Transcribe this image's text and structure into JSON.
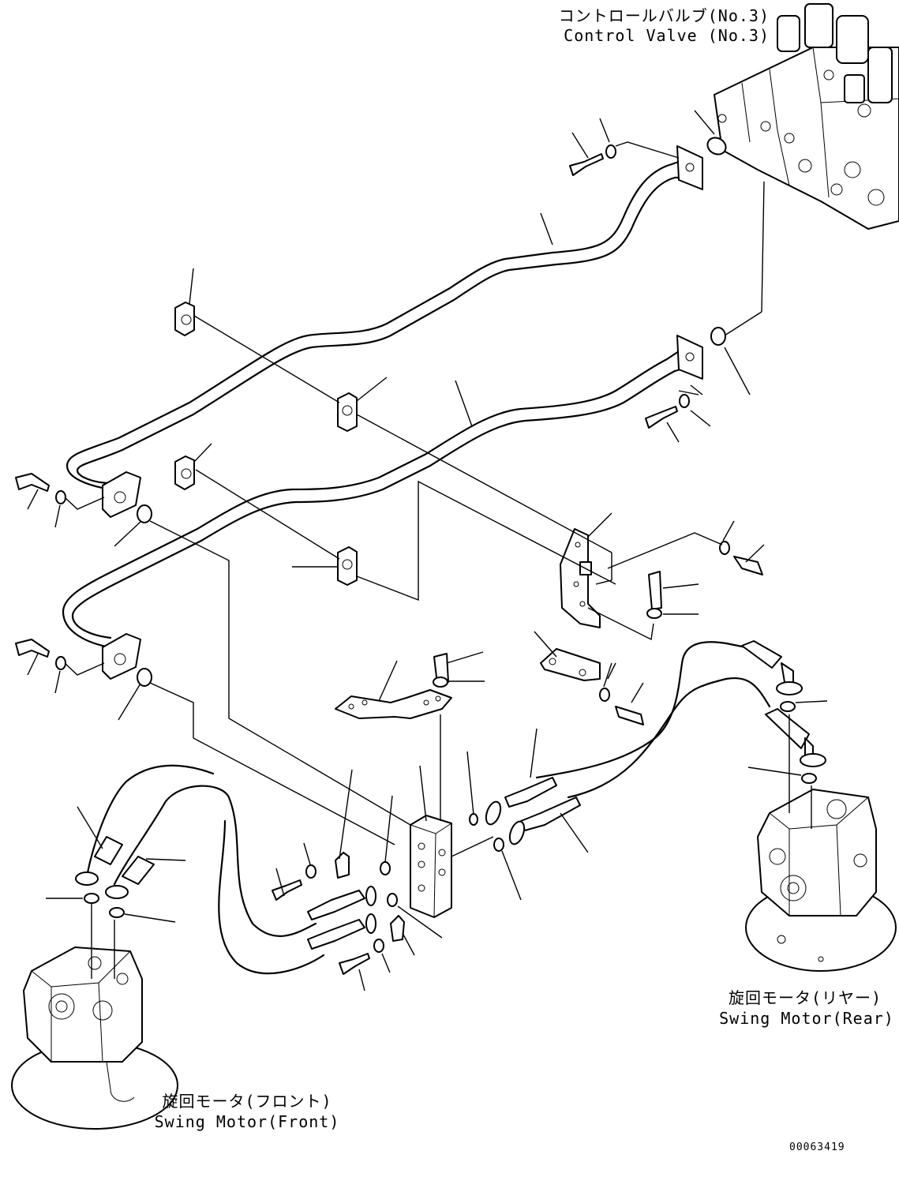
{
  "labels": {
    "control_valve_jp": "コントロールバルブ(No.3)",
    "control_valve_en": "Control Valve (No.3)",
    "swing_motor_rear_jp": "旋回モータ(リヤー)",
    "swing_motor_rear_en": "Swing Motor(Rear)",
    "swing_motor_front_jp": "旋回モータ(フロント)",
    "swing_motor_front_en": "Swing Motor(Front)"
  },
  "document_id": "00063419",
  "colors": {
    "line": "#000000",
    "background": "#ffffff"
  }
}
